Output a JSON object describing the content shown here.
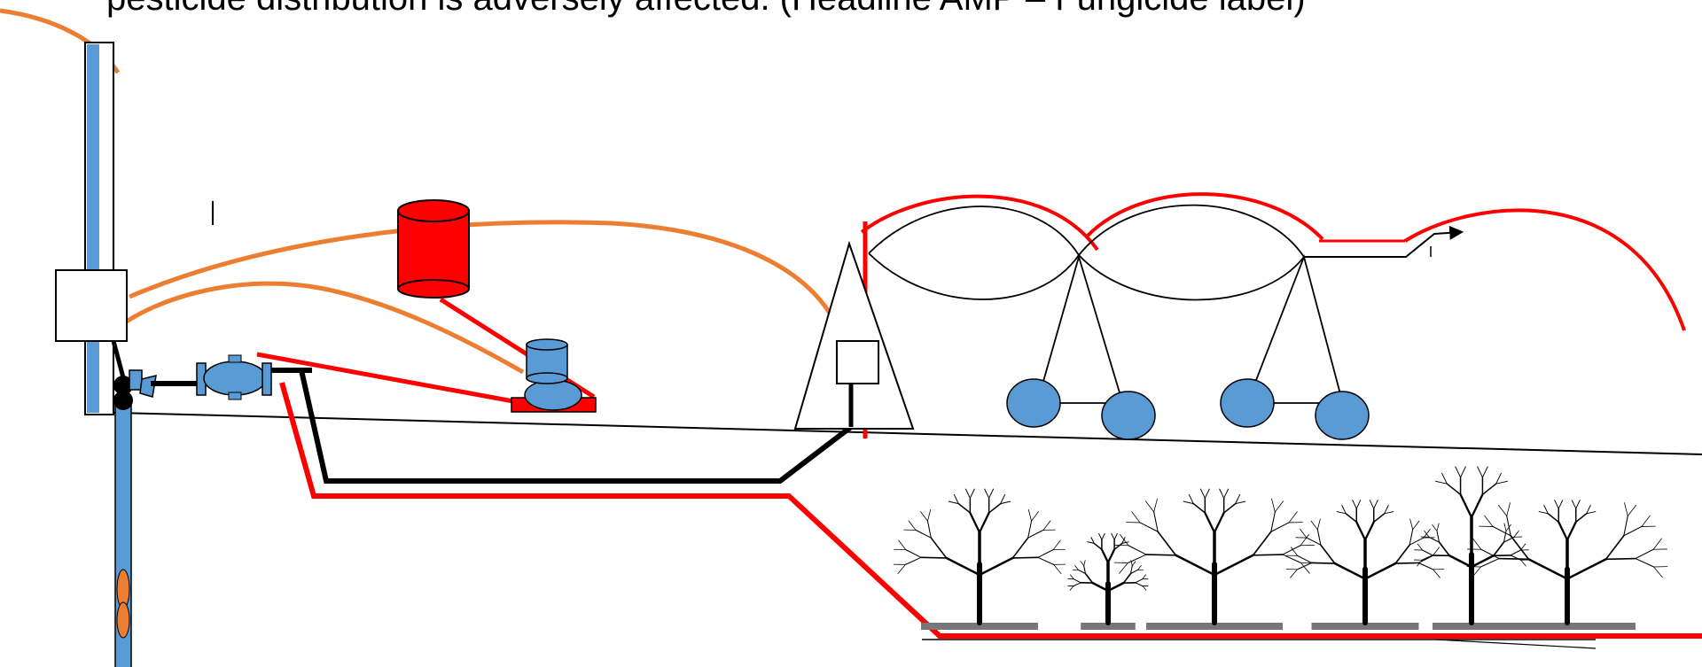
{
  "slide": {
    "caption": "pesticide distribution is adversely affected. (Headline AMP – Fungicide label)"
  },
  "colors": {
    "water_blue": "#5b9bd5",
    "chemical_red": "#ff0000",
    "power_orange": "#ed7d31",
    "pipe_black": "#000000"
  },
  "components": {
    "well_casing": "blue vertical well casing with pump column",
    "control_panel": "white electrical control box",
    "check_valve": "check valve near wellhead",
    "backflow_valve": "inline blue backflow/check valve",
    "chemical_tank": "red chemical supply tank",
    "injection_pump": "blue chemical injection pump on red base",
    "pivot_tower": "center pivot tower with control box",
    "pivot_spans": "pivot truss spans with drive towers and wheels",
    "orchard": "trees along buried red chemigation line"
  }
}
